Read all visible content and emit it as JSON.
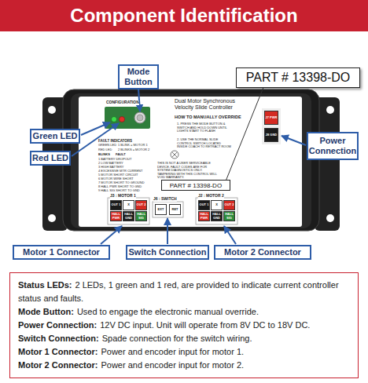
{
  "diagram": {
    "title": "Component Identification",
    "nodes": [
      {
        "text": [
          "Mode Button"
        ]
      },
      {
        "text": [
          "PART # 13398-DO"
        ]
      },
      {
        "text": [
          "Green LED"
        ]
      },
      {
        "text": [
          "Red LED"
        ]
      },
      {
        "text": [
          "Power Connection"
        ]
      },
      {
        "text": [
          "J7 PWR"
        ]
      },
      {
        "text": [
          "J8 GND"
        ]
      },
      {
        "text": [
          "PART # 13398-DO"
        ]
      },
      {
        "text": [
          "OUT 1"
        ]
      },
      {
        "text": [
          "X"
        ]
      },
      {
        "text": [
          "OUT 2"
        ]
      },
      {
        "text": [
          "HALL PWR"
        ]
      },
      {
        "text": [
          "HALL GND"
        ]
      },
      {
        "text": [
          "HALL SIG"
        ]
      },
      {
        "text": [
          "EXT"
        ]
      },
      {
        "text": [
          "RET"
        ]
      },
      {
        "text": [
          "OUT 1"
        ]
      },
      {
        "text": [
          "X"
        ]
      },
      {
        "text": [
          "OUT 2"
        ]
      },
      {
        "text": [
          "HALL PWR"
        ]
      },
      {
        "text": [
          "HALL GND"
        ]
      },
      {
        "text": [
          "HALL SIG"
        ]
      },
      {
        "text": [
          "Motor 1 Connector"
        ]
      },
      {
        "text": [
          "Switch Connection"
        ]
      },
      {
        "text": [
          "Motor 2 Connector"
        ]
      },
      {
        "text": [
          "Status LEDs:",
          "2 LEDs, 1 green and 1 red, are provided to indicate current controller status and faults.",
          "Mode Button:",
          "Used to engage the electronic manual override.",
          "Power Connection:",
          "12V DC input. Unit will operate from 8V DC to 18V DC.",
          "Switch Connection:",
          "Spade connection for the switch wiring.",
          "Motor 1 Connector:",
          "Power and encoder input for motor 1.",
          "Motor 2 Connector:",
          "Power and encoder input for motor 2."
        ]
      }
    ],
    "edges": [
      {
        "from": 1,
        "to": 7,
        "arrow": "none"
      }
    ],
    "labels": [
      "CONFIGURATION",
      "Dual Motor Synchronous",
      "Velocity Slide Controller",
      "HOW TO MANUALLY OVERRIDE",
      "1. PRESS THE MODE BUTTON & SWITCH AND HOLD DOWN UNTIL LIGHTS START TO FLASH",
      "2. USE THE NORMAL SLIDE CONTROL SWITCH LOCATED INSIDE COACH TO RETRACT ROOM",
      "FAULT INDICATORS",
      "GREEN LED",
      "1 BLINK = MOTOR 1",
      "RED LED",
      "2 BLINKS = MOTOR 2",
      "BLINKS",
      "FAULT",
      "1 BATTERY DROPOUT",
      "2 LOW BATTERY",
      "3 HIGH BATTERY",
      "4 EXCESSIVE MTR CURRENT",
      "5 MOTOR SHORT CIRCUIT",
      "6 MOTOR WIRE SHORT",
      "7 MOTOR SHORT TO GROUND",
      "8 HALL PWR SHORT TO GND",
      "9 HALL SIG SHORT TO GND",
      "THIS IS NOT A USER SERVICEABLE DEVICE. FAULT CODES ARE FOR SYSTEM DIAGNOSTICS ONLY. TAMPERING WITH THIS CONTROL WILL VOID WARRANTY.",
      "J3 : MOTOR 1",
      "J6 : SWITCH",
      "J2 : MOTOR 2"
    ]
  }
}
